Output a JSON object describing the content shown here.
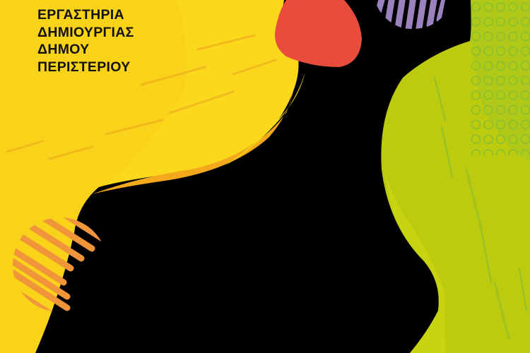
{
  "poster": {
    "title_lines": [
      "ΕΡΓΑΣΤΗΡΙΑ",
      "ΔΗΜΙΟΥΡΓΙΑΣ",
      "ΔΗΜΟΥ",
      "ΠΕΡΙΣΤΕΡΙΟΥ"
    ]
  },
  "colors": {
    "background": "#000000",
    "yellow": "#F9D21A",
    "yellow_light": "#FBDC1E",
    "orange": "#F0953A",
    "orange_brush": "#F4A81C",
    "red": "#E84C3D",
    "purple": "#9B82BE",
    "lime": "#BCCB0E",
    "lime_light": "#C8D40F",
    "green_dots": "#8DBE2E",
    "text": "#111111"
  }
}
